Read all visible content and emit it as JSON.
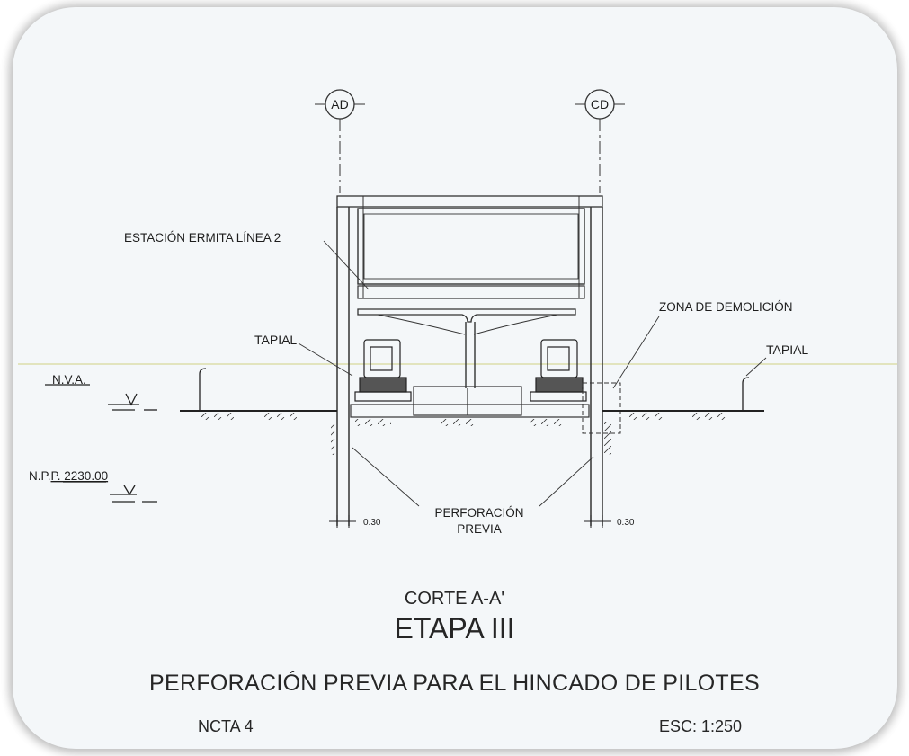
{
  "axes": {
    "left": "AD",
    "right": "CD"
  },
  "labels": {
    "station": "ESTACIÓN ERMITA LÍNEA 2",
    "demolition": "ZONA DE DEMOLICIÓN",
    "tapial_left": "TAPIAL",
    "tapial_right": "TAPIAL",
    "nva": "N.V.A.",
    "npp_prefix": "N.P.",
    "npp_value": "P. 2230.00",
    "perforacion_1": "PERFORACIÓN",
    "perforacion_2": "PREVIA",
    "dim_left": "0.30",
    "dim_right": "0.30"
  },
  "titles": {
    "corte": "CORTE A-A'",
    "etapa": "ETAPA III",
    "subtitle": "PERFORACIÓN PREVIA PARA EL HINCADO DE PILOTES",
    "note": "NCTA 4",
    "scale": "ESC: 1:250"
  }
}
